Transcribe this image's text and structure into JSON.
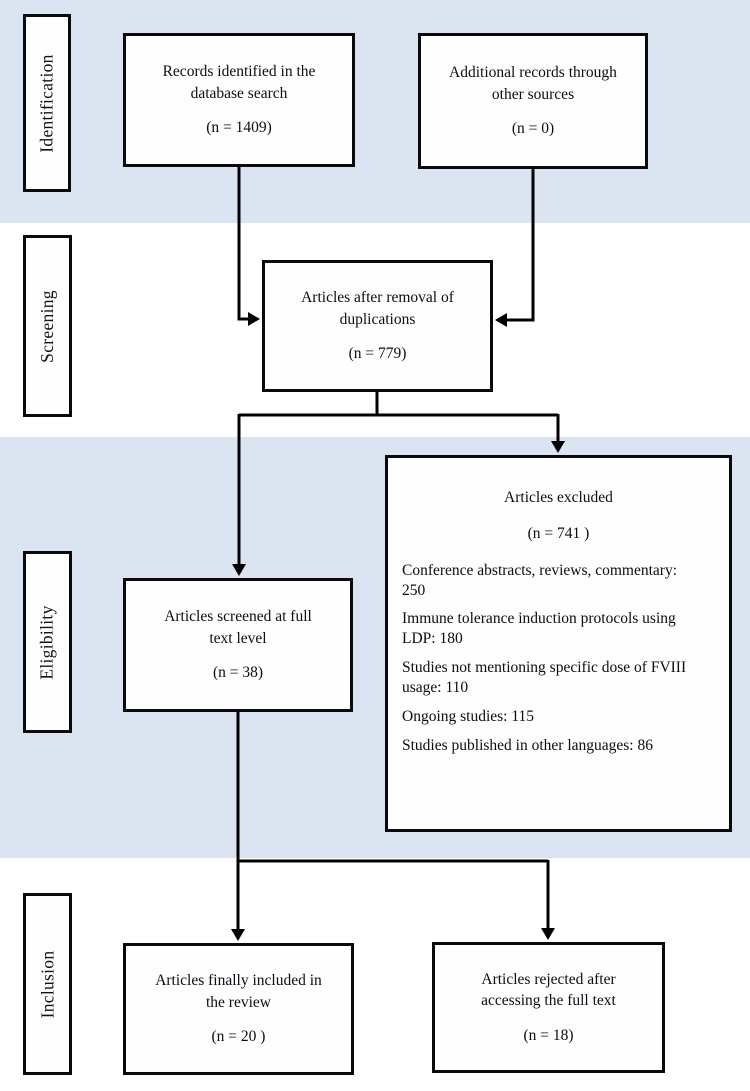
{
  "figure": {
    "type": "prisma-flow-diagram",
    "band_color": "#dbe5f1",
    "line_color": "#000000",
    "stages": [
      {
        "label": "Identification"
      },
      {
        "label": "Screening"
      },
      {
        "label": "Eligibility"
      },
      {
        "label": "Inclusion"
      }
    ],
    "nodes": {
      "records_identified": {
        "lines": [
          "Records identified in the",
          "database search"
        ],
        "count": "(n = 1409)"
      },
      "additional_records": {
        "lines": [
          "Additional records through",
          "other sources"
        ],
        "count": "(n = 0)"
      },
      "after_duplicates": {
        "lines": [
          "Articles after removal of",
          "duplications"
        ],
        "count": "(n = 779)"
      },
      "full_text_screened": {
        "lines": [
          "Articles screened at full",
          "text level"
        ],
        "count": "(n = 38)"
      },
      "excluded": {
        "title": "Articles excluded",
        "count": "(n = 741 )",
        "reasons": [
          "Conference abstracts, reviews, commentary: 250",
          "Immune tolerance induction protocols using LDP: 180",
          "Studies not mentioning specific dose of FVIII usage: 110",
          "Ongoing studies: 115",
          "Studies published in other languages: 86"
        ]
      },
      "included": {
        "lines": [
          "Articles finally included in",
          "the review"
        ],
        "count": "(n = 20 )"
      },
      "rejected": {
        "lines": [
          "Articles rejected after",
          "accessing the full text"
        ],
        "count": "(n = 18)"
      }
    }
  }
}
